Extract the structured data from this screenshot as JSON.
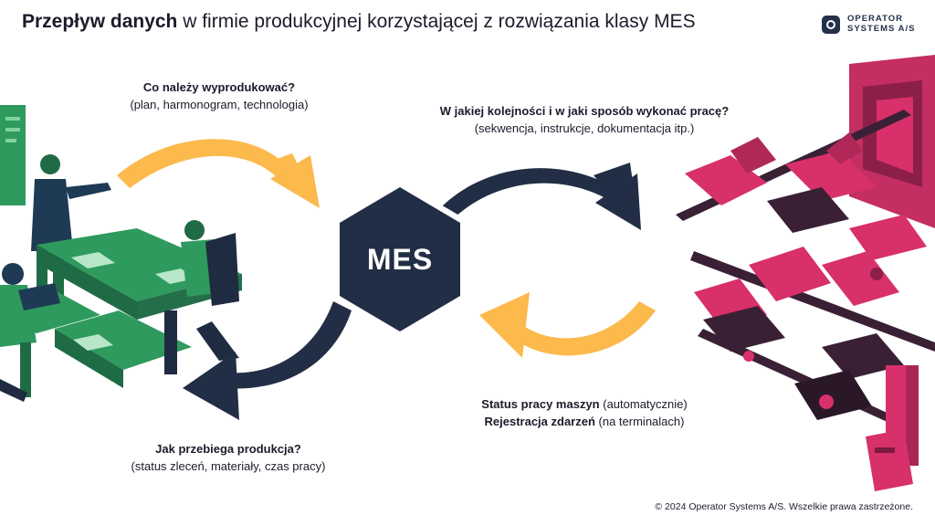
{
  "title": {
    "bold": "Przepływ danych",
    "rest": " w firmie produkcyjnej korzystającej z rozwiązania klasy MES"
  },
  "logo": {
    "line1": "OPERATOR",
    "line2": "SYSTEMS A/S"
  },
  "center_node": {
    "label": "MES",
    "color": "#222e45"
  },
  "labels": {
    "what_to_produce": {
      "bold": "Co należy wyprodukować?",
      "normal": "(plan, harmonogram, technologia)"
    },
    "how_to_work": {
      "bold": "W jakiej kolejności i w jaki sposób wykonać pracę?",
      "normal": "(sekwencja, instrukcje, dokumentacja itp.)"
    },
    "production_progress": {
      "bold": "Jak przebiega produkcja?",
      "normal": "(status zleceń, materiały, czas pracy)"
    },
    "machine_status": {
      "line1_bold": "Status pracy maszyn",
      "line1_normal": " (automatycznie)",
      "line2_bold": "Rejestracja zdarzeń",
      "line2_normal": " (na terminalach)"
    }
  },
  "colors": {
    "arrow_yellow": "#fcb94c",
    "arrow_navy": "#222e45",
    "office_green": "#2f9a5e",
    "machine_pink": "#d8306a"
  },
  "icons": [
    "office-team-illustration",
    "robot-production-line-illustration"
  ],
  "footer": "© 2024 Operator Systems A/S. Wszelkie prawa zastrzeżone."
}
